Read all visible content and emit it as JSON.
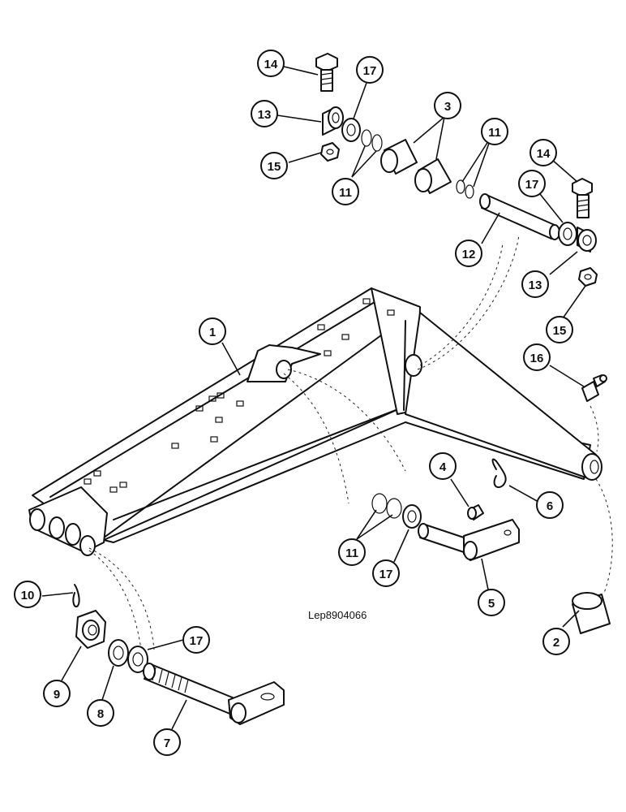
{
  "drawing_code": "Lep8904066",
  "callouts": [
    {
      "label": "1"
    },
    {
      "label": "2"
    },
    {
      "label": "3"
    },
    {
      "label": "4"
    },
    {
      "label": "5"
    },
    {
      "label": "6"
    },
    {
      "label": "7"
    },
    {
      "label": "8"
    },
    {
      "label": "9"
    },
    {
      "label": "10"
    },
    {
      "label": "11"
    },
    {
      "label": "11"
    },
    {
      "label": "11"
    },
    {
      "label": "12"
    },
    {
      "label": "13"
    },
    {
      "label": "13"
    },
    {
      "label": "14"
    },
    {
      "label": "14"
    },
    {
      "label": "15"
    },
    {
      "label": "15"
    },
    {
      "label": "16"
    },
    {
      "label": "17"
    },
    {
      "label": "17"
    },
    {
      "label": "17"
    },
    {
      "label": "17"
    }
  ]
}
